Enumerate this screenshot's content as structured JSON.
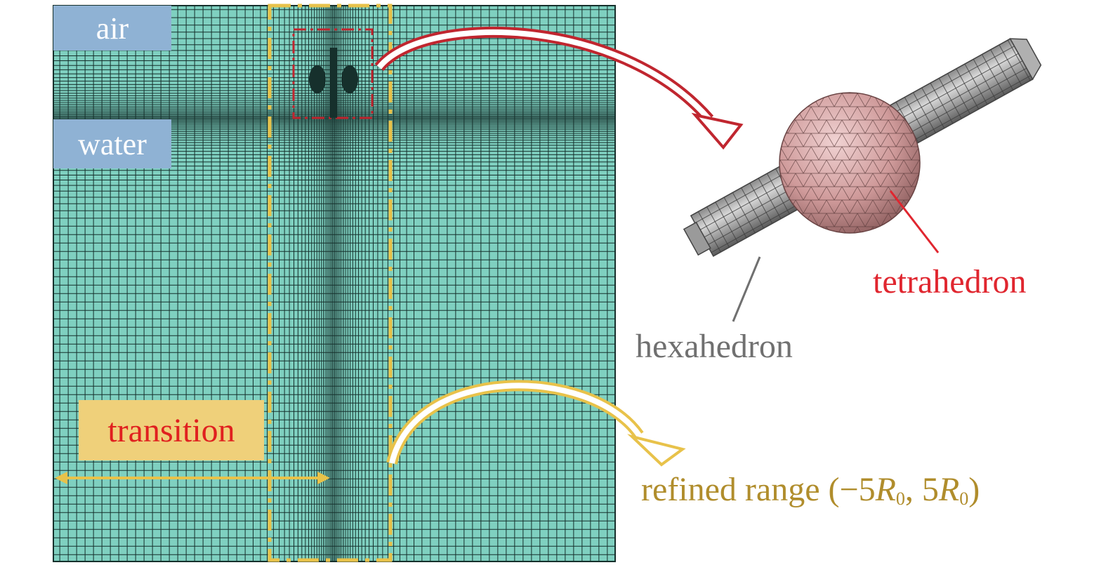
{
  "labels": {
    "air": "air",
    "water": "water",
    "transition": "transition",
    "tetrahedron": "tetrahedron",
    "hexahedron": "hexahedron",
    "refined_range": {
      "prefix": "refined range (−5",
      "r1_symbol": "R",
      "r1_sub": "0",
      "middle": ", 5",
      "r2_symbol": "R",
      "r2_sub": "0",
      "suffix": ")"
    }
  },
  "colors": {
    "mesh_fill": "#7fd0c0",
    "mesh_line": "#16302c",
    "label_blue": "#8fb2d4",
    "label_yellow": "#efd07a",
    "red_accent": "#c0262f",
    "gold_accent": "#e8c24a",
    "sphere": "#d9a8a8",
    "cylinder": "#b9b9b9"
  }
}
